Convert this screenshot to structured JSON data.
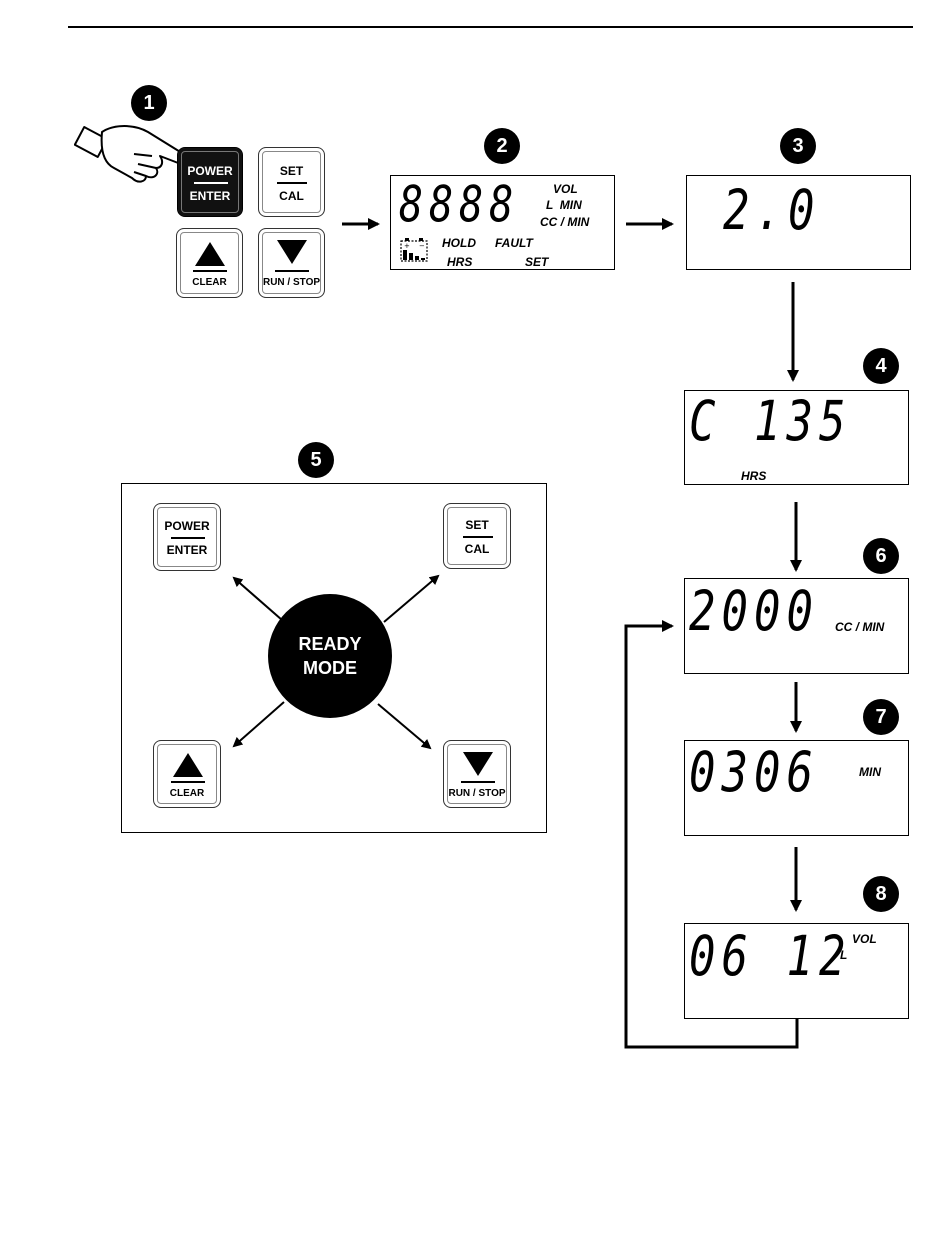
{
  "steps": [
    "1",
    "2",
    "3",
    "4",
    "5",
    "6",
    "7",
    "8"
  ],
  "keys": {
    "power": "POWER",
    "enter": "ENTER",
    "set": "SET",
    "cal": "CAL",
    "clear": "CLEAR",
    "run_stop": "RUN / STOP"
  },
  "display2": {
    "digits": "8888",
    "vol": "VOL",
    "l_min": "L  MIN",
    "cc_min": "CC / MIN",
    "hold": "HOLD",
    "fault": "FAULT",
    "hrs": "HRS",
    "set": "SET"
  },
  "display3": {
    "value": "2.0"
  },
  "display4": {
    "value": "C 135",
    "unit": "HRS"
  },
  "display6": {
    "value": "2000",
    "unit": "CC / MIN"
  },
  "display7": {
    "value": "0306",
    "unit": "MIN"
  },
  "display8": {
    "value": "06 12",
    "unit_vol": "VOL",
    "unit_l": "L"
  },
  "ready_mode": {
    "line1": "READY",
    "line2": "MODE"
  }
}
